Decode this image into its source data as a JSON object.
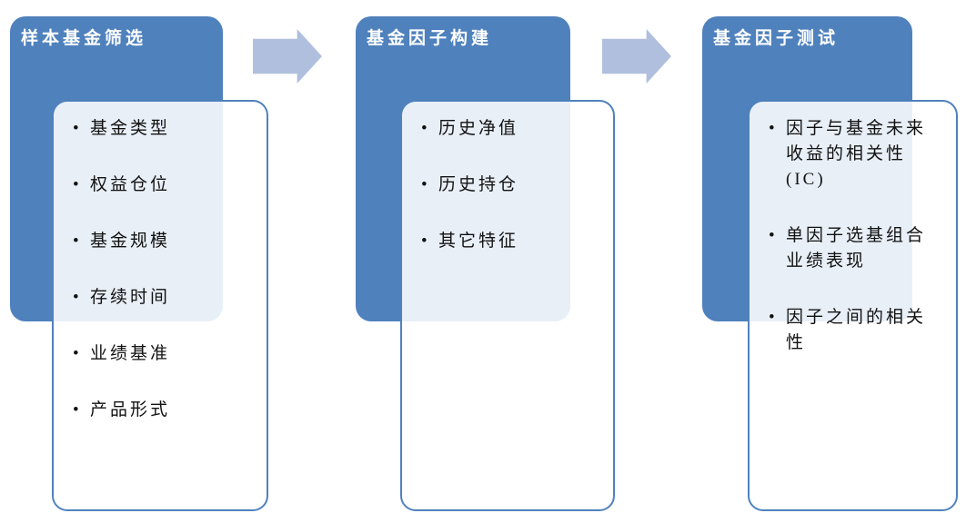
{
  "diagram": {
    "stages": [
      {
        "title": "样本基金筛选",
        "items": [
          "基金类型",
          "权益仓位",
          "基金规模",
          "存续时间",
          "业绩基准",
          "产品形式"
        ]
      },
      {
        "title": "基金因子构建",
        "items": [
          "历史净值",
          "历史持仓",
          "其它特征"
        ]
      },
      {
        "title": "基金因子测试",
        "items": [
          "因子与基金未来收益的相关性(IC)",
          "单因子选基组合业绩表现",
          "因子之间的相关性"
        ]
      }
    ],
    "arrows": [
      {
        "icon": "right-block-arrow"
      },
      {
        "icon": "right-block-arrow"
      }
    ],
    "colors": {
      "background": "#ffffff",
      "stage_fill": "#4f81bd",
      "panel_border": "#4f81bd",
      "panel_fill_over_stage": "#e8eef6",
      "arrow_fill": "#b0bfdd",
      "title_text": "#ffffff",
      "body_text": "#111111"
    }
  }
}
